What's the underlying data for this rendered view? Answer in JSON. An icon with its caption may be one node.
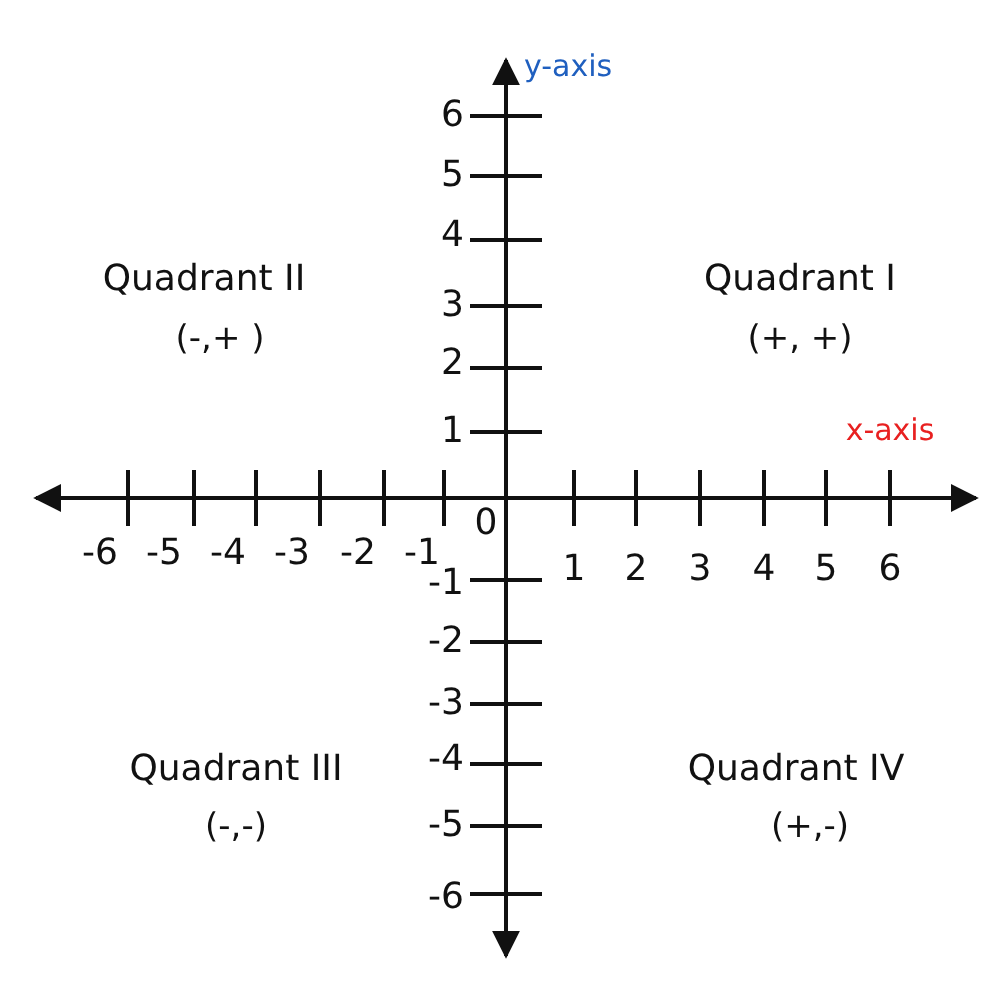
{
  "diagram": {
    "labels": [
      "y-axis",
      "6",
      "5",
      "4",
      "Quadrant II",
      "Quadrant I",
      "3",
      "(-,+ )",
      "(+, +)",
      "2",
      "1",
      "x-axis",
      "0",
      "-6",
      "-5",
      "-4",
      "-3",
      "-2",
      "-1",
      "1",
      "2",
      "3",
      "4",
      "5",
      "6",
      "-1",
      "-2",
      "-3",
      "Quadrant III",
      "-4",
      "Quadrant IV",
      "(-,-)",
      "-5",
      "(+,-)",
      "-6"
    ]
  }
}
